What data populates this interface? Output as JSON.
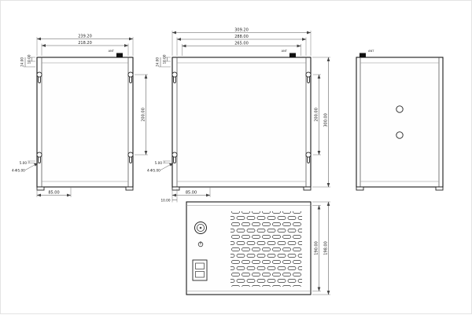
{
  "annotation_label": "ANT",
  "view_a": {
    "width_outer": "239.20",
    "width_inner": "218.20",
    "top_offset": "10.00",
    "hole_top_offset": "24.00",
    "hole_spacing": "200.00",
    "slot_offset": "5.00",
    "hole_callout": "4-Φ5.00",
    "bottom_dim": "85.00"
  },
  "view_b": {
    "width_outer": "309.20",
    "width_mid": "288.00",
    "width_inner": "265.00",
    "top_offset": "10.00",
    "hole_top_offset": "24.00",
    "slot_offset": "5.00",
    "hole_callout": "4-Φ5.00",
    "bottom_dim": "85.00",
    "bottom_offset": "10.00",
    "hole_spacing": "200.00",
    "height_outer": "300.00"
  },
  "view_d": {
    "height_inner": "190.00",
    "height_outer": "198.00"
  }
}
